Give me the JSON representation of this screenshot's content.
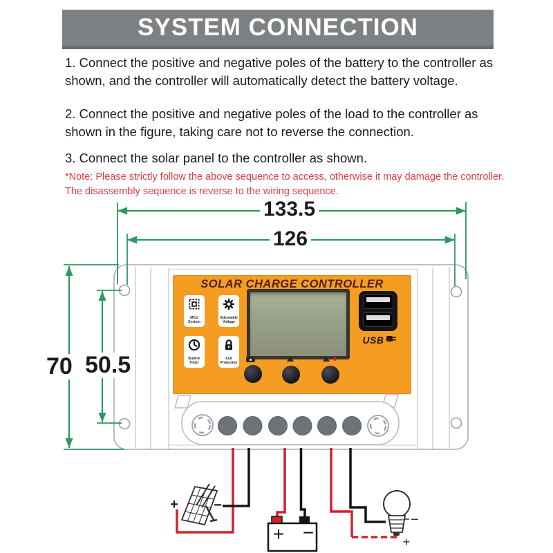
{
  "header": {
    "title": "SYSTEM CONNECTION"
  },
  "instructions": [
    {
      "text": "1. Connect the positive and negative poles of the battery to the controller as shown, and the controller will automatically detect the battery voltage."
    },
    {
      "text": "2. Connect the positive and negative poles of the load to the controller as shown in the figure, taking care not to reverse the connection."
    },
    {
      "text": "3. Connect the solar panel to the controller as shown."
    }
  ],
  "note": {
    "line1": "*Note: Please strictly follow the above sequence to access, otherwise it may damage the controller.",
    "line2": "The disassembly sequence is reverse to the wiring sequence."
  },
  "dimensions": {
    "outer_width_mm": "133.5",
    "hole_spacing_width_mm": "126",
    "outer_height_mm": "70",
    "hole_spacing_height_mm": "50.5"
  },
  "controller": {
    "title": "SOLAR CHARGE CONTROLLER",
    "features": [
      {
        "label": "MCU System"
      },
      {
        "label": "Adjustable Voltage"
      },
      {
        "label": "Built-in Timer"
      },
      {
        "label": "Full Protection"
      }
    ],
    "usb_label": "USB"
  },
  "wiring": {
    "solar_plus": "+",
    "solar_minus": "−",
    "battery_plus": "+",
    "battery_minus": "−",
    "load_minus": "−",
    "load_plus": "+"
  },
  "colors": {
    "header_gray": "#7e8184",
    "panel_orange": "#f59c22",
    "dimension_green": "#2a9a5e",
    "wire_red": "#d2222a",
    "wire_black": "#141414",
    "note_red": "#e23b40",
    "lcd_screen": "#99a08a"
  }
}
